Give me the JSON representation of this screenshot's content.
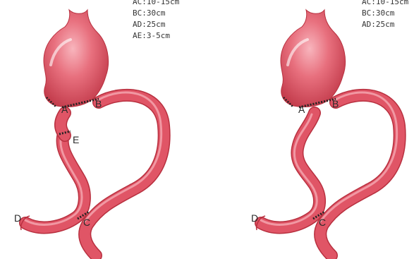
{
  "panels": [
    {
      "id": "left",
      "measurements": [
        "AC:10-15cm",
        "BC:30cm",
        "AD:25cm",
        "AE:3-5cm"
      ],
      "points": {
        "A": "A",
        "B": "B",
        "C": "C",
        "D": "D",
        "E": "E"
      }
    },
    {
      "id": "right",
      "measurements": [
        "AC:10-15cm",
        "BC:30cm",
        "AD:25cm"
      ],
      "points": {
        "A": "A",
        "B": "B",
        "C": "C",
        "D": "D"
      }
    }
  ],
  "colors": {
    "organ": "#e05566",
    "organ_dark": "#b8303f",
    "highlight": "#f8b5bd",
    "staple": "#222222"
  }
}
